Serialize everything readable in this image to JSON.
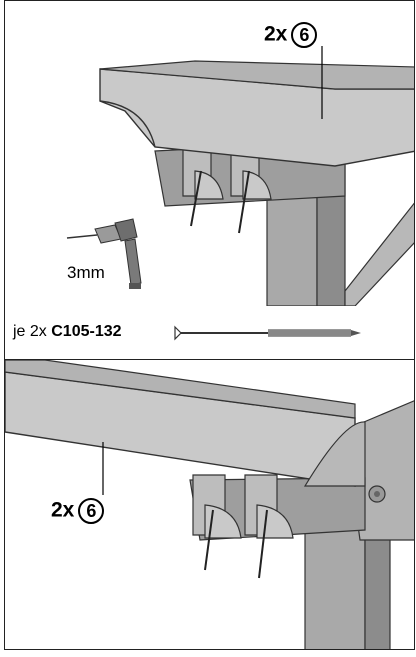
{
  "step_top": {
    "quantity": "2x",
    "part_number": "6"
  },
  "drill": {
    "icon": "drill-icon",
    "bit_size": "3mm"
  },
  "screw_row": {
    "prefix": "je 2x",
    "screw_code": "C105-132",
    "icon": "screw-icon"
  },
  "step_bottom": {
    "quantity": "2x",
    "part_number": "6"
  },
  "colors": {
    "wood_light": "#c9c9c9",
    "wood_mid": "#a9a9a9",
    "wood_dark": "#8c8c8c",
    "outline": "#333333"
  }
}
